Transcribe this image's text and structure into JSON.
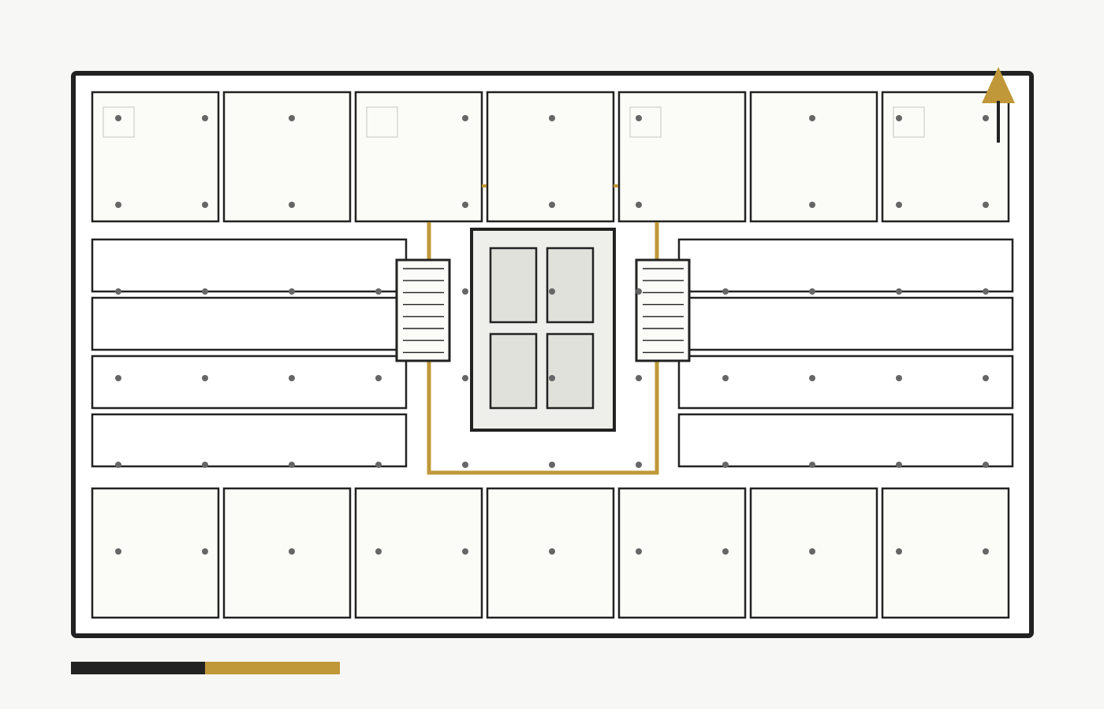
{
  "drawing": {
    "type": "architectural floor plan",
    "colors": {
      "background": "#f7f7f5",
      "wall": "#222222",
      "room_fill": "#fbfbf8",
      "corridor_fill": "#ffffff",
      "core_fill": "#eeeeea",
      "elevator_fill": "#e1e1dc",
      "column_dot": "#666666",
      "accent": "#c0983a",
      "fixture_outline": "#d6d6d2"
    },
    "north_arrow": {
      "icon": "north-arrow-icon",
      "direction": "up"
    },
    "scale_bar": {
      "icon": "scale-bar-icon",
      "segments": 2,
      "colors": [
        "#222222",
        "#c0983a"
      ]
    },
    "counts": {
      "top_offices": 7,
      "bottom_offices": 7,
      "left_strips": 4,
      "right_strips": 4,
      "stairs": 2,
      "elevator_cars": 4
    }
  }
}
